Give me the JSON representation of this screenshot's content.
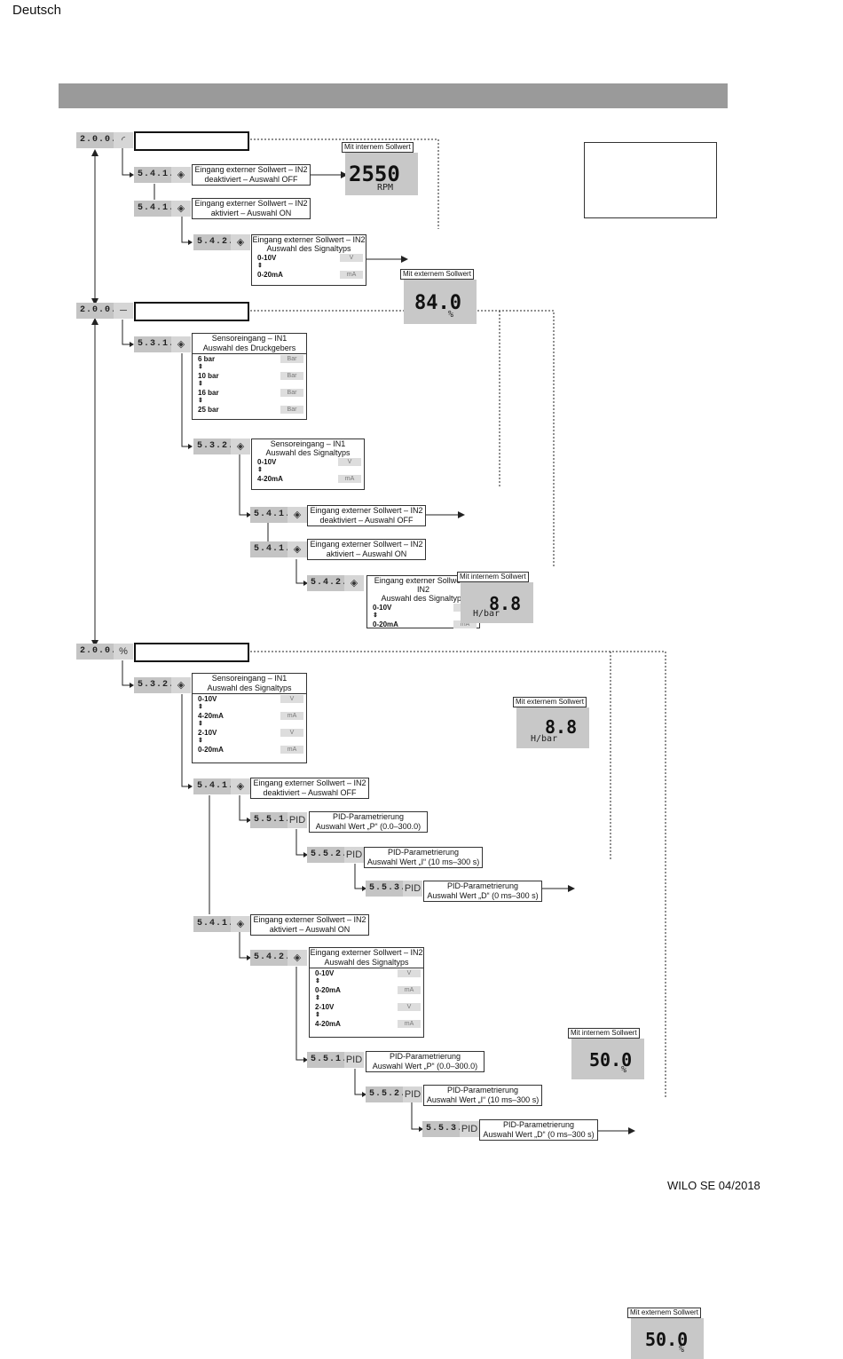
{
  "language": "Deutsch",
  "footer": "WILO SE 04/2018",
  "labels": {
    "in2_off": [
      "Eingang externer Sollwert – IN2",
      "deaktiviert – Auswahl OFF"
    ],
    "in2_on": [
      "Eingang externer Sollwert – IN2",
      "aktiviert – Auswahl ON"
    ],
    "in2_type": [
      "Eingang externer Sollwert – IN2",
      "Auswahl des Signaltyps"
    ],
    "in1_pressure": [
      "Sensoreingang – IN1",
      "Auswahl des Druckgebers"
    ],
    "in1_type": [
      "Sensoreingang – IN1",
      "Auswahl des Signaltyps"
    ],
    "pid_p": [
      "PID-Parametrierung",
      "Auswahl Wert „P“ (0.0–300.0)"
    ],
    "pid_i": [
      "PID-Parametrierung",
      "Auswahl Wert „I“ (10 ms–300 s)"
    ],
    "pid_d": [
      "PID-Parametrierung",
      "Auswahl Wert „D“ (0 ms–300 s)"
    ],
    "internal": "Mit internem Sollwert",
    "external": "Mit externem Sollwert"
  },
  "codes": {
    "c2000": "2.0.0.0",
    "c5410": "5.4.1.0",
    "c5420": "5.4.2.0",
    "c5310": "5.3.1.0",
    "c5320": "5.3.2.0",
    "c5510": "5.5.1.0",
    "c5520": "5.5.2.0",
    "c5530": "5.5.3.0"
  },
  "options": {
    "v010": "0-10V",
    "ma020": "0-20mA",
    "ma420": "4-20mA",
    "v210": "2-10V",
    "b6": "6 bar",
    "b10": "10 bar",
    "b16": "16 bar",
    "b25": "25 bar",
    "unit_v": "V",
    "unit_ma": "mA",
    "unit_bar": "Bar"
  },
  "displays": {
    "d1": {
      "value": "2550",
      "unit": "RPM"
    },
    "d2": {
      "value": "84.0",
      "unit": "%"
    },
    "d3": {
      "value": "8.8",
      "unit": "H/bar"
    },
    "d4": {
      "value": "8.8",
      "unit": "H/bar"
    },
    "d5": {
      "value": "50.0",
      "unit": "%"
    },
    "d6": {
      "value": "50.0",
      "unit": "%"
    }
  }
}
